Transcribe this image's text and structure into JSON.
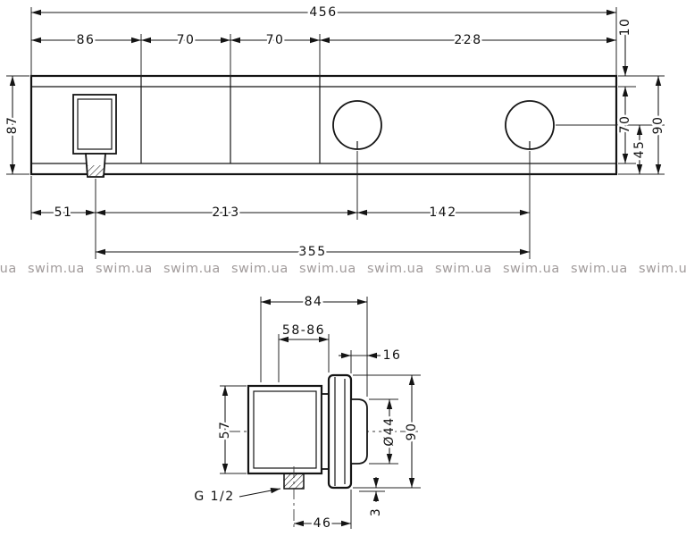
{
  "watermark": {
    "text": "swim.ua"
  },
  "front_view": {
    "dims": {
      "total_width": "456",
      "seg_86": "86",
      "seg_70a": "70",
      "seg_70b": "70",
      "seg_228": "228",
      "height_87": "87",
      "top_offset_10": "10",
      "panel_70": "70",
      "center_45": "45",
      "height_90": "90",
      "spout_51": "51",
      "spacing_213": "213",
      "spacing_142": "142",
      "span_355": "355"
    }
  },
  "side_view": {
    "dims": {
      "depth_84": "84",
      "install_range": "58-86",
      "handle_depth_16": "16",
      "body_height_57": "57",
      "handle_dia": "Ø44",
      "plate_height_90": "90",
      "thread": "G 1/2",
      "offset_46": "46",
      "gap_3": "3"
    }
  }
}
